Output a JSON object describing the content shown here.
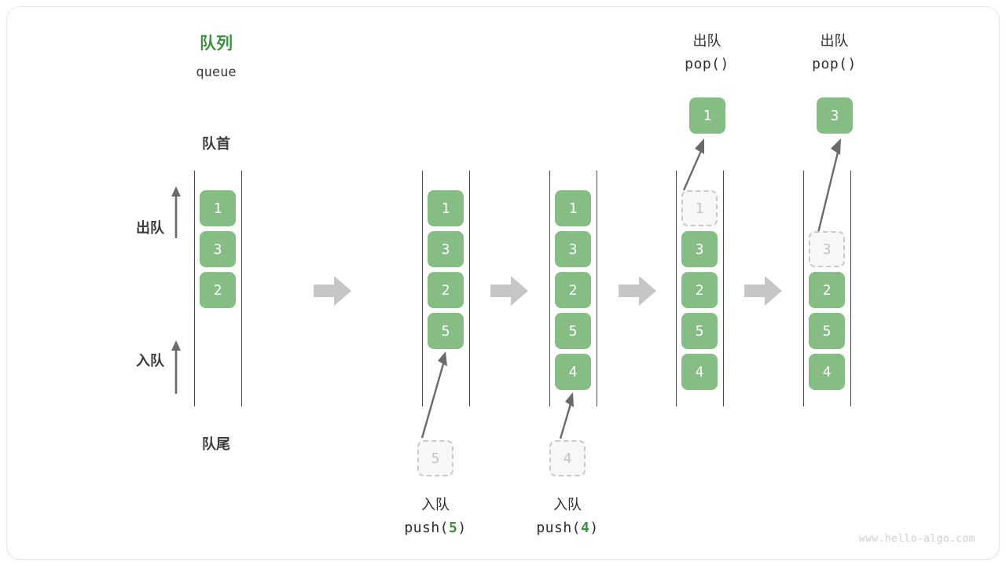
{
  "figure": {
    "title_cn": "队列",
    "title_en": "queue",
    "watermark": "www.hello-algo.com"
  },
  "labels": {
    "head": "队首",
    "tail": "队尾",
    "dequeue": "出队",
    "enqueue": "入队"
  },
  "colors": {
    "cell_fill": "#85bd84",
    "cell_text": "#ffffff",
    "ghost_fill": "#f7f7f7",
    "ghost_border": "#c9c9c9",
    "ghost_text": "#c2c2c2",
    "title_green": "#3f9142",
    "arrow_gray": "#c6c6c6",
    "rail": "#4a4a4a",
    "text_dark": "#2e2e2e",
    "watermark": "#cfcfcf"
  },
  "stages": [
    {
      "id": "initial",
      "cells": [
        {
          "value": "1",
          "state": "filled"
        },
        {
          "value": "3",
          "state": "filled"
        },
        {
          "value": "2",
          "state": "filled"
        }
      ],
      "caption": null,
      "pending": null,
      "popped": null
    },
    {
      "id": "push-5",
      "cells": [
        {
          "value": "1",
          "state": "filled"
        },
        {
          "value": "3",
          "state": "filled"
        },
        {
          "value": "2",
          "state": "filled"
        },
        {
          "value": "5",
          "state": "filled"
        }
      ],
      "caption": {
        "cn": "入队",
        "code_prefix": "push(",
        "arg": "5",
        "code_suffix": ")"
      },
      "pending": {
        "value": "5"
      },
      "popped": null
    },
    {
      "id": "push-4",
      "cells": [
        {
          "value": "1",
          "state": "filled"
        },
        {
          "value": "3",
          "state": "filled"
        },
        {
          "value": "2",
          "state": "filled"
        },
        {
          "value": "5",
          "state": "filled"
        },
        {
          "value": "4",
          "state": "filled"
        }
      ],
      "caption": {
        "cn": "入队",
        "code_prefix": "push(",
        "arg": "4",
        "code_suffix": ")"
      },
      "pending": {
        "value": "4"
      },
      "popped": null
    },
    {
      "id": "pop-1",
      "cells": [
        {
          "value": "1",
          "state": "ghost"
        },
        {
          "value": "3",
          "state": "filled"
        },
        {
          "value": "2",
          "state": "filled"
        },
        {
          "value": "5",
          "state": "filled"
        },
        {
          "value": "4",
          "state": "filled"
        }
      ],
      "caption": {
        "cn": "出队",
        "code_prefix": "pop(",
        "arg": "",
        "code_suffix": ")"
      },
      "pending": null,
      "popped": {
        "value": "1"
      }
    },
    {
      "id": "pop-3",
      "cells": [
        {
          "value": "",
          "state": "empty"
        },
        {
          "value": "3",
          "state": "ghost"
        },
        {
          "value": "2",
          "state": "filled"
        },
        {
          "value": "5",
          "state": "filled"
        },
        {
          "value": "4",
          "state": "filled"
        }
      ],
      "caption": {
        "cn": "出队",
        "code_prefix": "pop(",
        "arg": "",
        "code_suffix": ")"
      },
      "pending": null,
      "popped": {
        "value": "3"
      }
    }
  ]
}
